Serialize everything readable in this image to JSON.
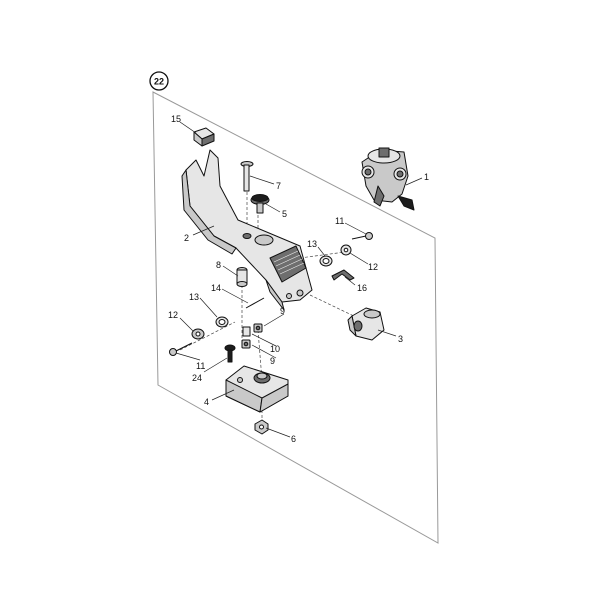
{
  "diagram": {
    "group_number": "22",
    "callouts": [
      {
        "id": "c1",
        "label": "1"
      },
      {
        "id": "c2",
        "label": "2"
      },
      {
        "id": "c3",
        "label": "3"
      },
      {
        "id": "c4",
        "label": "4"
      },
      {
        "id": "c5",
        "label": "5"
      },
      {
        "id": "c6",
        "label": "6"
      },
      {
        "id": "c7",
        "label": "7"
      },
      {
        "id": "c8",
        "label": "8"
      },
      {
        "id": "c9a",
        "label": "9"
      },
      {
        "id": "c9b",
        "label": "9"
      },
      {
        "id": "c10",
        "label": "10"
      },
      {
        "id": "c11a",
        "label": "11"
      },
      {
        "id": "c11b",
        "label": "11"
      },
      {
        "id": "c12a",
        "label": "12"
      },
      {
        "id": "c12b",
        "label": "12"
      },
      {
        "id": "c13a",
        "label": "13"
      },
      {
        "id": "c13b",
        "label": "13"
      },
      {
        "id": "c14",
        "label": "14"
      },
      {
        "id": "c15",
        "label": "15"
      },
      {
        "id": "c16",
        "label": "16"
      },
      {
        "id": "c24",
        "label": "24"
      }
    ]
  }
}
